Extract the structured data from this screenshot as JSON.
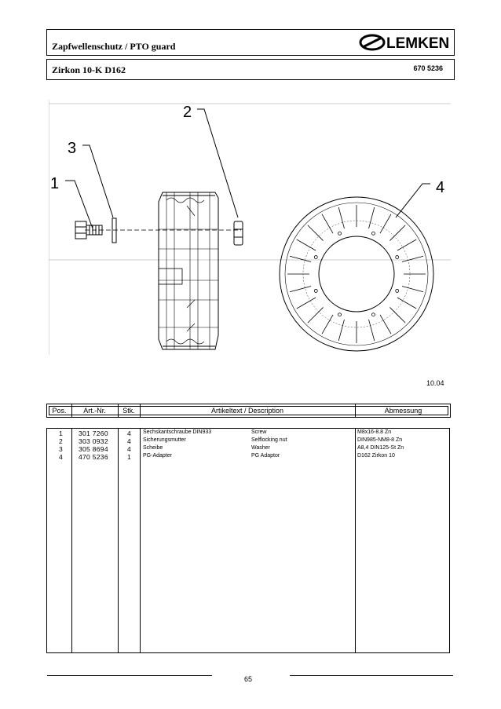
{
  "header": {
    "title": "Zapfwellenschutz / PTO guard",
    "model": "Zirkon 10-K D162",
    "part_number": "670 5236",
    "brand": "LEMKEN"
  },
  "diagram": {
    "callouts": [
      "1",
      "2",
      "3",
      "4"
    ]
  },
  "date": "10.04",
  "table": {
    "headers": {
      "pos": "Pos.",
      "art": "Art.-Nr.",
      "stk": "Stk.",
      "desc": "Artikeltext / Description",
      "dim": "Abmessung"
    },
    "rows": [
      {
        "pos": "1",
        "art": "301 7260",
        "stk": "4",
        "de": "Sechskantschraube DIN933",
        "en": "Screw",
        "dim": "M8x16-8.8 Zn"
      },
      {
        "pos": "2",
        "art": "303 0932",
        "stk": "4",
        "de": "Sicherungsmutter",
        "en": "Selflocking nut",
        "dim": "DIN985-NM8-8 Zn"
      },
      {
        "pos": "3",
        "art": "305 8694",
        "stk": "4",
        "de": "Scheibe",
        "en": "Washer",
        "dim": "A8,4 DIN125-St Zn"
      },
      {
        "pos": "4",
        "art": "470 5236",
        "stk": "1",
        "de": "PG-Adapter",
        "en": "PG Adaptor",
        "dim": "D162 Zirkon 10"
      }
    ]
  },
  "footer": {
    "page": "65"
  }
}
